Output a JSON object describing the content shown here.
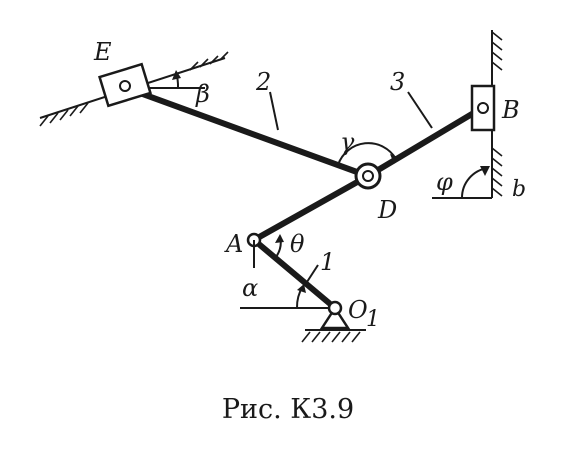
{
  "figure": {
    "caption": "Рис. К3.9",
    "points": {
      "E": "E",
      "B": "B",
      "D": "D",
      "A": "A",
      "O1": "O",
      "O1_sub": "1",
      "b": "b"
    },
    "links": {
      "link1": "1",
      "link2": "2",
      "link3": "3"
    },
    "angles": {
      "alpha": "α",
      "beta": "β",
      "gamma": "γ",
      "theta": "θ",
      "phi": "φ"
    }
  }
}
